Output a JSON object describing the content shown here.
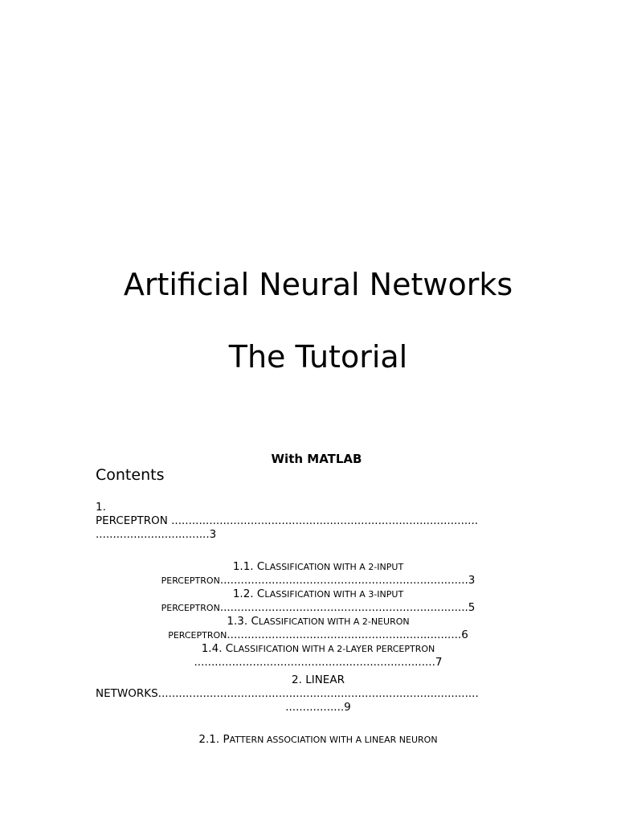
{
  "cover": {
    "title_line1": "Artificial Neural Networks",
    "title_line2": "The Tutorial",
    "subtitle": "With MATLAB"
  },
  "contents": {
    "heading": "Contents",
    "entries": [
      {
        "number": "1.",
        "line1": "PERCEPTRON .........................................................................................",
        "line2": ".................................3"
      },
      {
        "number": "1.1. ",
        "title_cap": "C",
        "title_rest": "lassification with a 2-input",
        "cont": "perceptron",
        "leader_page": "........................................................................3"
      },
      {
        "number": "1.2. ",
        "title_cap": "C",
        "title_rest": "lassification with a 3-input",
        "cont": "perceptron",
        "leader_page": "........................................................................5"
      },
      {
        "number": "1.3. ",
        "title_cap": "C",
        "title_rest": "lassification with a 2-neuron",
        "cont": "perceptron",
        "leader_page": "....................................................................6"
      },
      {
        "number": "1.4. ",
        "title_cap": "C",
        "title_rest": "lassification with a 2-layer perceptron",
        "leader_page": "......................................................................7"
      },
      {
        "number": "2. LINEAR",
        "line1": "NETWORKS.............................................................................................",
        "line2": ".................9"
      },
      {
        "number": "2.1. ",
        "title_cap": "P",
        "title_rest": "attern association with a linear neuron"
      }
    ]
  }
}
